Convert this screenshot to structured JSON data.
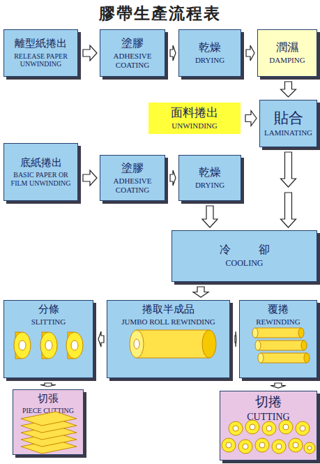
{
  "diagram": {
    "title": "膠帶生產流程表",
    "nodes": [
      {
        "text": [
          "離型紙捲出",
          "RELEASE PAPER UNWINDING"
        ]
      },
      {
        "text": [
          "塗膠",
          "ADHESIVE COATING"
        ]
      },
      {
        "text": [
          "乾燥",
          "DRYING"
        ]
      },
      {
        "text": [
          "潤濕",
          "DAMPING"
        ]
      },
      {
        "text": [
          "面料捲出",
          "UNWINDING"
        ]
      },
      {
        "text": [
          "貼合",
          "LAMINATING"
        ]
      },
      {
        "text": [
          "底紙捲出",
          "BASIC PAPER OR FILM UNWINDING"
        ]
      },
      {
        "text": [
          "塗膠",
          "ADHESIVE COATING"
        ]
      },
      {
        "text": [
          "乾燥",
          "DRYING"
        ]
      },
      {
        "text": [
          "冷卻",
          "COOLING"
        ]
      },
      {
        "text": [
          "分條",
          "SLITTING"
        ]
      },
      {
        "text": [
          "捲取半成品",
          "JUMBO ROLL REWINDING"
        ]
      },
      {
        "text": [
          "覆捲",
          "REWINDING"
        ]
      },
      {
        "text": [
          "切張",
          "PIECE CUTTING"
        ]
      },
      {
        "text": [
          "切捲",
          "CUTTING"
        ]
      }
    ],
    "edges": [
      {
        "from": 0,
        "to": 1,
        "arrow": "to"
      },
      {
        "from": 1,
        "to": 2,
        "arrow": "to"
      },
      {
        "from": 2,
        "to": 3,
        "arrow": "to"
      },
      {
        "from": 3,
        "to": 5,
        "arrow": "to"
      },
      {
        "from": 4,
        "to": 5,
        "arrow": "to"
      },
      {
        "from": 6,
        "to": 7,
        "arrow": "to"
      },
      {
        "from": 7,
        "to": 8,
        "arrow": "to"
      },
      {
        "from": 8,
        "to": 9,
        "arrow": "to"
      },
      {
        "from": 5,
        "to": 9,
        "arrow": "to"
      },
      {
        "from": 9,
        "to": 11,
        "arrow": "to"
      },
      {
        "from": 11,
        "to": 10,
        "arrow": "to"
      },
      {
        "from": 11,
        "to": 12,
        "arrow": "to"
      },
      {
        "from": 10,
        "to": 13,
        "arrow": "to"
      },
      {
        "from": 12,
        "to": 14,
        "arrow": "to"
      }
    ]
  }
}
